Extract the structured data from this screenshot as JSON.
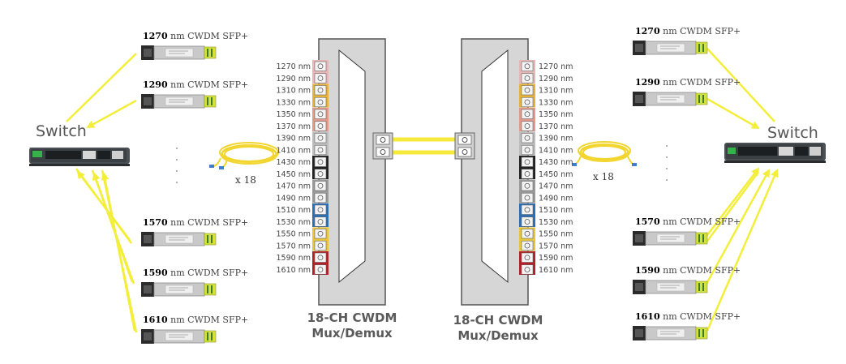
{
  "colors": {
    "arrow": "#f3ee3a",
    "fiber": "#f5e93c",
    "mux_panel": "#d6d6d6",
    "mux_border": "#555555"
  },
  "switches": {
    "left_label": "Switch",
    "right_label": "Switch"
  },
  "sfp_modules": {
    "left": [
      {
        "num": "1270",
        "rest": " nm CWDM SFP+"
      },
      {
        "num": "1290",
        "rest": " nm CWDM SFP+"
      },
      {
        "num": "1570",
        "rest": " nm CWDM SFP+"
      },
      {
        "num": "1590",
        "rest": " nm CWDM SFP+"
      },
      {
        "num": "1610",
        "rest": " nm CWDM SFP+"
      }
    ],
    "right": [
      {
        "num": "1270",
        "rest": " nm CWDM SFP+"
      },
      {
        "num": "1290",
        "rest": " nm CWDM SFP+"
      },
      {
        "num": "1570",
        "rest": " nm CWDM SFP+"
      },
      {
        "num": "1590",
        "rest": " nm CWDM SFP+"
      },
      {
        "num": "1610",
        "rest": " nm CWDM SFP+"
      }
    ]
  },
  "patch_cords": {
    "left_count": "x 18",
    "right_count": "x 18"
  },
  "mux": {
    "left_title": "18-CH CWDM",
    "left_subtitle": "Mux/Demux",
    "right_title": "18-CH CWDM",
    "right_subtitle": "Mux/Demux",
    "wavelengths": [
      "1270 nm",
      "1290 nm",
      "1310 nm",
      "1330 nm",
      "1350 nm",
      "1370 nm",
      "1390 nm",
      "1410 nm",
      "1430 nm",
      "1450 nm",
      "1470 nm",
      "1490 nm",
      "1510 nm",
      "1530 nm",
      "1550 nm",
      "1570 nm",
      "1590 nm",
      "1610 nm"
    ],
    "group_colors": [
      "#e6b7b7",
      "#e8b33a",
      "#e39a8c",
      "#bdbdbd",
      "#222222",
      "#9a9a9a",
      "#2d6fb5",
      "#e8c53a",
      "#b3202a"
    ]
  }
}
